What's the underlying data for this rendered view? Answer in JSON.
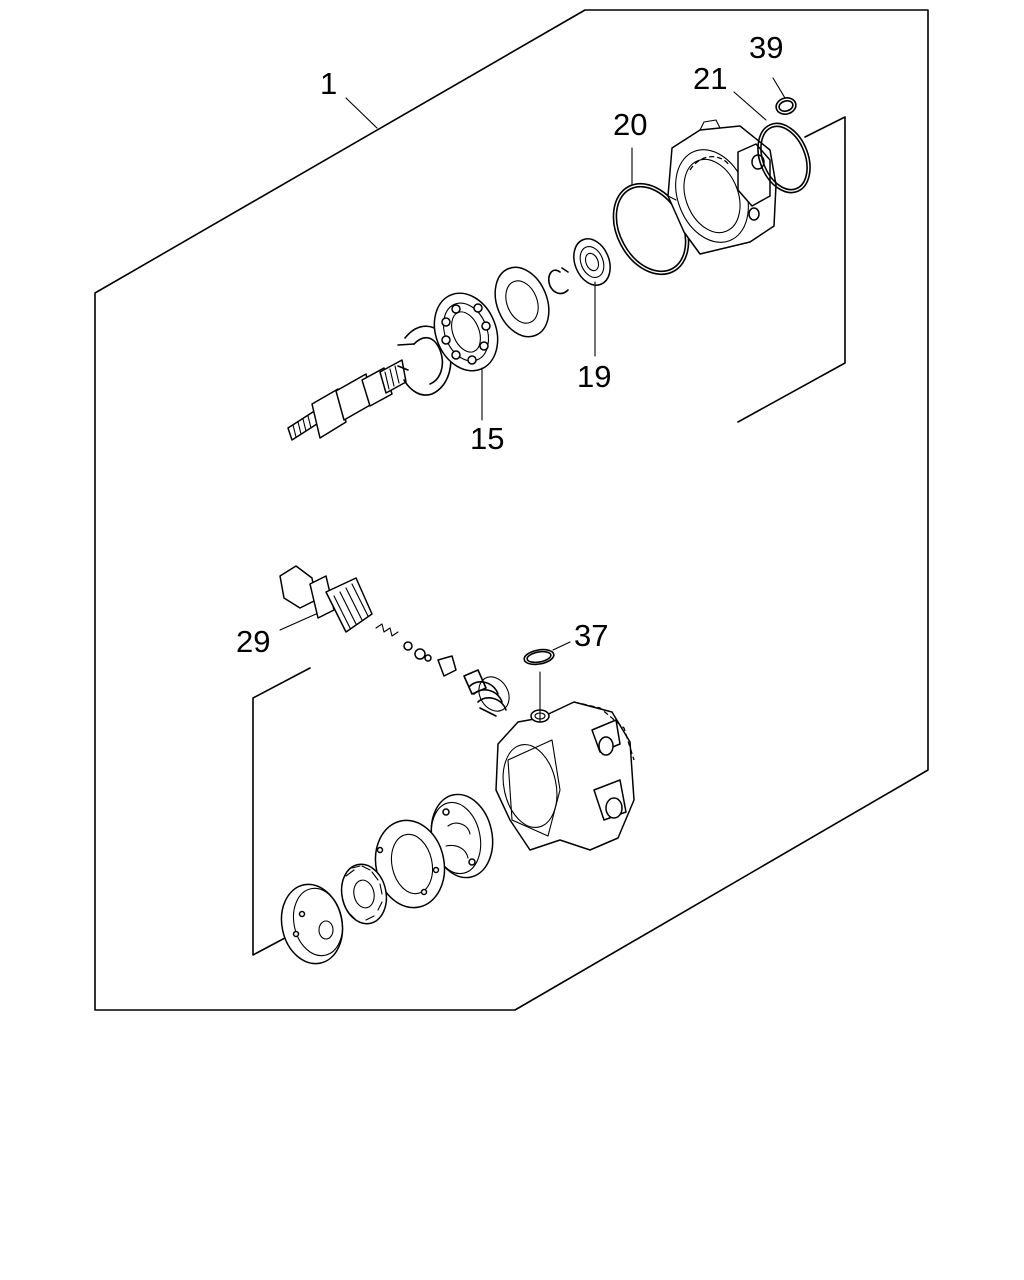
{
  "labels": {
    "assembly": "1",
    "o_ring_small": "39",
    "o_ring_cover": "21",
    "o_ring_large": "20",
    "bearing_small": "19",
    "bearing_main": "15",
    "control_valve": "29",
    "seal_ring": "37"
  }
}
